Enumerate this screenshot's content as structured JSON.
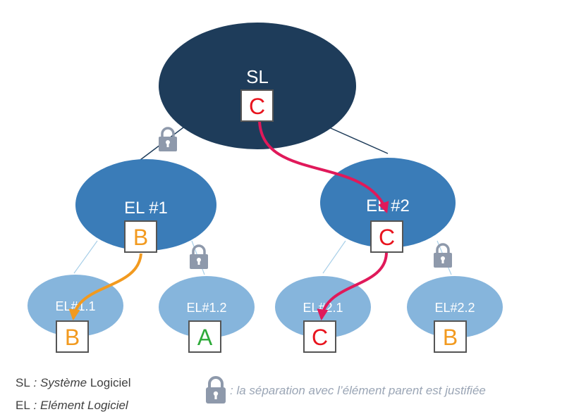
{
  "nodes": {
    "sl": {
      "label": "SL",
      "class": "C",
      "class_color": "#e8141e"
    },
    "el1": {
      "label": "EL #1",
      "class": "B",
      "class_color": "#f29a1f"
    },
    "el2": {
      "label": "EL #2",
      "class": "C",
      "class_color": "#e8141e"
    },
    "el11": {
      "label": "EL#1.1",
      "class": "B",
      "class_color": "#f29a1f"
    },
    "el12": {
      "label": "EL#1.2",
      "class": "A",
      "class_color": "#2eaa3a"
    },
    "el21": {
      "label": "EL#2.1",
      "class": "C",
      "class_color": "#e8141e"
    },
    "el22": {
      "label": "EL#2.2",
      "class": "B",
      "class_color": "#f29a1f"
    }
  },
  "colors": {
    "sl_fill": "#1e3c5a",
    "level1_fill": "#3a7cb8",
    "level2_fill": "#86b5dc",
    "arrow_red": "#e0195a",
    "arrow_orange": "#f29a1f",
    "lock": "#8e99ab"
  },
  "legend": {
    "sl_abbr": "SL",
    "sl_sep": " : ",
    "sl_word1": "Système",
    "sl_word2": " Logiciel",
    "el_abbr": "EL",
    "el_sep": " : ",
    "el_text": "Elément Logiciel",
    "lock_note": ": la séparation avec l’élément parent est justifiée",
    "lock_icon": "lock-icon"
  }
}
